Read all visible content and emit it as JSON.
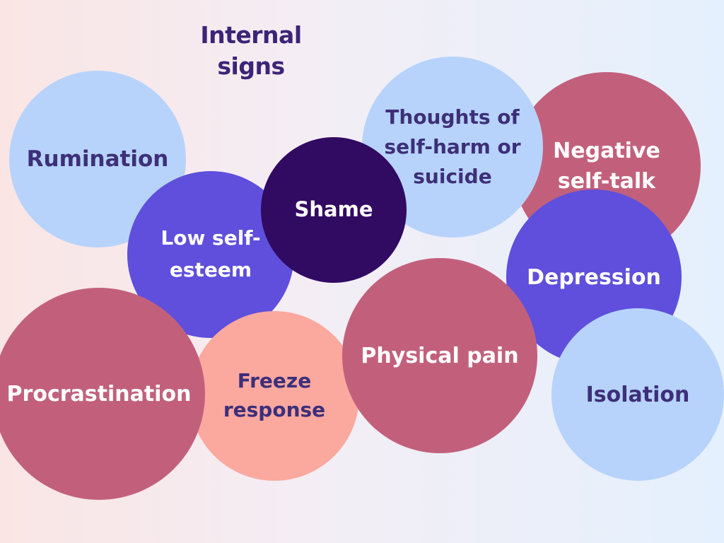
{
  "title": "Internal\nsigns",
  "colors": {
    "title_text": "#3d2478",
    "light_blue": "#b7d3fb",
    "crimson": "#c2607c",
    "indigo": "#5f4fdc",
    "dark_purple": "#310a62",
    "salmon": "#fba89f",
    "dark_text": "#3d2f7a",
    "light_text": "#ffffff"
  },
  "bubbles": [
    {
      "id": "rumination",
      "label": "Rumination"
    },
    {
      "id": "negative-self-talk",
      "label": "Negative\nself-talk"
    },
    {
      "id": "thoughts-of-self-harm",
      "label": "Thoughts of\nself-harm or\nsuicide"
    },
    {
      "id": "low-self-esteem",
      "label": "Low self-\nesteem"
    },
    {
      "id": "depression",
      "label": "Depression"
    },
    {
      "id": "shame",
      "label": "Shame"
    },
    {
      "id": "freeze-response",
      "label": "Freeze\nresponse"
    },
    {
      "id": "physical-pain",
      "label": "Physical pain"
    },
    {
      "id": "isolation",
      "label": "Isolation"
    },
    {
      "id": "procrastination",
      "label": "Procrastination"
    }
  ]
}
